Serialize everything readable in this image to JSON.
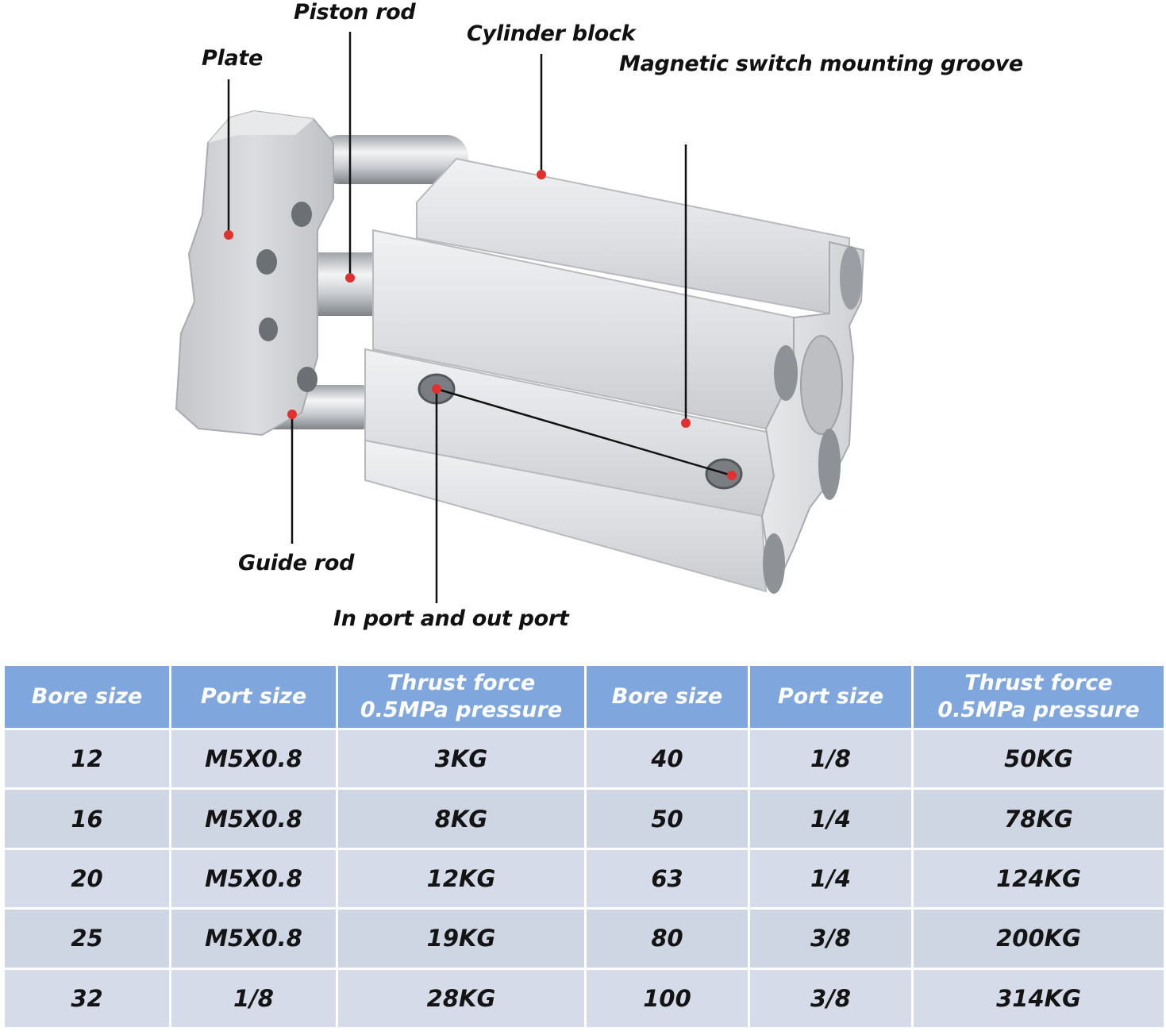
{
  "callouts": {
    "plate": "Plate",
    "piston_rod": "Piston rod",
    "cylinder_block": "Cylinder block",
    "magnetic_groove": "Magnetic switch mounting groove",
    "guide_rod": "Guide rod",
    "ports": "In port and out port"
  },
  "colors": {
    "header_bg": "#7fa7de",
    "row_bg": "#d2d9e6",
    "marker": "#e03030",
    "body_metal": "#dcdde0"
  },
  "table": {
    "headers": [
      {
        "line1": "Bore size",
        "line2": ""
      },
      {
        "line1": "Port size",
        "line2": ""
      },
      {
        "line1": "Thrust force",
        "line2": "0.5MPa pressure"
      },
      {
        "line1": "Bore size",
        "line2": ""
      },
      {
        "line1": "Port size",
        "line2": ""
      },
      {
        "line1": "Thrust force",
        "line2": "0.5MPa pressure"
      }
    ],
    "rows": [
      [
        "12",
        "M5X0.8",
        "3KG",
        "40",
        "1/8",
        "50KG"
      ],
      [
        "16",
        "M5X0.8",
        "8KG",
        "50",
        "1/4",
        "78KG"
      ],
      [
        "20",
        "M5X0.8",
        "12KG",
        "63",
        "1/4",
        "124KG"
      ],
      [
        "25",
        "M5X0.8",
        "19KG",
        "80",
        "3/8",
        "200KG"
      ],
      [
        "32",
        "1/8",
        "28KG",
        "100",
        "3/8",
        "314KG"
      ]
    ]
  }
}
